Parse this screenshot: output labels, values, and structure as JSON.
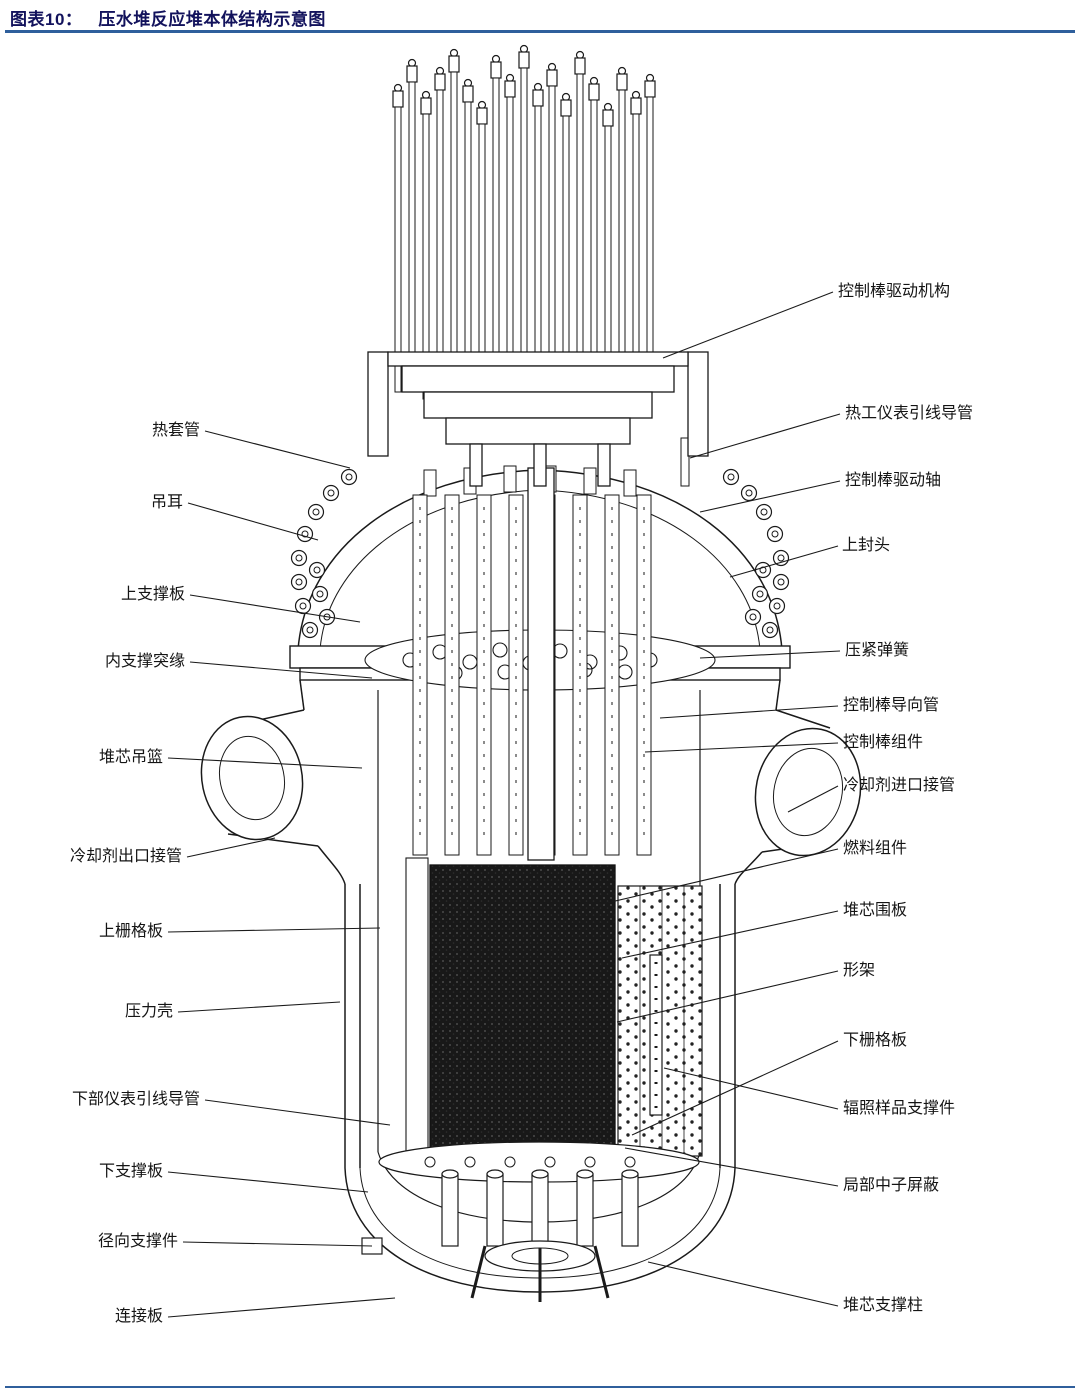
{
  "header": {
    "prefix": "图表10：",
    "title": "压水堆反应堆本体结构示意图"
  },
  "diagram": {
    "labels_left": [
      {
        "text": "热套管"
      },
      {
        "text": "吊耳"
      },
      {
        "text": "上支撑板"
      },
      {
        "text": "内支撑突缘"
      },
      {
        "text": "堆芯吊篮"
      },
      {
        "text": "冷却剂出口接管"
      },
      {
        "text": "上栅格板"
      },
      {
        "text": "压力壳"
      },
      {
        "text": "下部仪表引线导管"
      },
      {
        "text": "下支撑板"
      },
      {
        "text": "径向支撑件"
      },
      {
        "text": "连接板"
      }
    ],
    "labels_right": [
      {
        "text": "控制棒驱动机构"
      },
      {
        "text": "热工仪表引线导管"
      },
      {
        "text": "控制棒驱动轴"
      },
      {
        "text": "上封头"
      },
      {
        "text": "压紧弹簧"
      },
      {
        "text": "控制棒导向管"
      },
      {
        "text": "控制棒组件"
      },
      {
        "text": "冷却剂进口接管"
      },
      {
        "text": "燃料组件"
      },
      {
        "text": "堆芯围板"
      },
      {
        "text": "形架"
      },
      {
        "text": "下栅格板"
      },
      {
        "text": "辐照样品支撑件"
      },
      {
        "text": "局部中子屏蔽"
      },
      {
        "text": "堆芯支撑柱"
      }
    ]
  },
  "colors": {
    "rule_blue": "#2f5f9c",
    "title_navy": "#12125c",
    "line_black": "#1a1a1a"
  }
}
